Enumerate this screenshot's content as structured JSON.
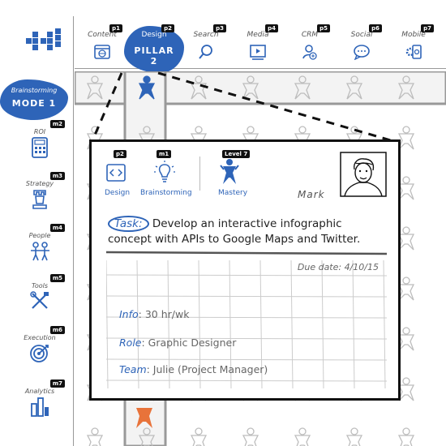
{
  "pillars": [
    {
      "label": "Content",
      "tag": "p1",
      "icon": "browser-globe-icon"
    },
    {
      "label": "Design",
      "tag": "p2",
      "icon": "design-icon",
      "active": true,
      "active_label": "PILLAR 2"
    },
    {
      "label": "Search",
      "tag": "p3",
      "icon": "magnifier-icon"
    },
    {
      "label": "Media",
      "tag": "p4",
      "icon": "play-screen-icon"
    },
    {
      "label": "CRM",
      "tag": "p5",
      "icon": "user-plus-icon"
    },
    {
      "label": "Social",
      "tag": "p6",
      "icon": "chat-bubble-icon"
    },
    {
      "label": "Mobile",
      "tag": "p7",
      "icon": "mobile-gear-icon"
    }
  ],
  "mode": {
    "title": "Brainstorming",
    "label": "MODE 1"
  },
  "modes": [
    {
      "label": "ROI",
      "tag": "m2",
      "icon": "calculator-icon"
    },
    {
      "label": "Strategy",
      "tag": "m3",
      "icon": "chess-rook-icon"
    },
    {
      "label": "People",
      "tag": "m4",
      "icon": "people-icon"
    },
    {
      "label": "Tools",
      "tag": "m5",
      "icon": "tools-icon"
    },
    {
      "label": "Execution",
      "tag": "m6",
      "icon": "target-icon"
    },
    {
      "label": "Analytics",
      "tag": "m7",
      "icon": "bar-chart-icon"
    }
  ],
  "card": {
    "tags": {
      "design": "p2",
      "brainstorm": "m1",
      "mastery": "Level 7"
    },
    "captions": {
      "design": "Design",
      "brainstorm": "Brainstorming",
      "mastery": "Mastery"
    },
    "name": "Mark",
    "task_label": "Task:",
    "task_text": "Develop an interactive infographic concept with APIs to Google Maps and Twitter.",
    "due": "Due date: 4/10/15",
    "info_label": "Info",
    "info_value": ": 30 hr/wk",
    "role_label": "Role",
    "role_value": ": Graphic Designer",
    "team_label": "Team",
    "team_value": ": Julie (Project Manager)"
  },
  "colors": {
    "accent": "#2e64b8",
    "ink": "#111111",
    "gray": "#9a9a9a"
  }
}
